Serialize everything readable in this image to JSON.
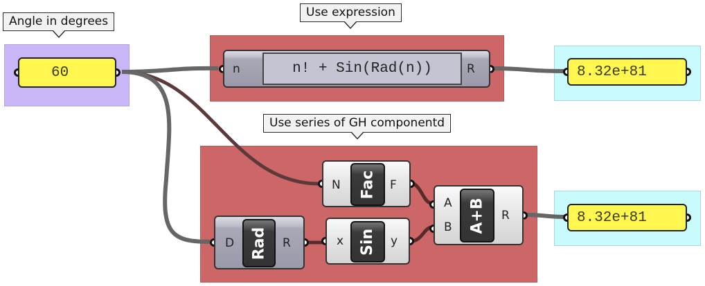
{
  "colors": {
    "group_red": "#cd6767",
    "group_purple": "#c9b6f7",
    "group_cyan": "#c9fbfd",
    "panel_yellow": "#fff64f",
    "wire_grey": "#666666",
    "wire_dark_red": "#5a2a2a"
  },
  "groups": {
    "input": {
      "label": "Angle in degrees"
    },
    "expression": {
      "label": "Use expression"
    },
    "series": {
      "label": "Use series of GH componentd"
    }
  },
  "input_panel": {
    "value": "60"
  },
  "expression_component": {
    "input": "n",
    "expression": "n! + Sin(Rad(n))",
    "output": "R"
  },
  "output_panel_expression": {
    "value": "8.32e+81"
  },
  "output_panel_series": {
    "value": "8.32e+81"
  },
  "components": {
    "factorial": {
      "input": "N",
      "name": "Fac",
      "output": "F"
    },
    "radians": {
      "input": "D",
      "name": "Rad",
      "output": "R"
    },
    "sine": {
      "input": "x",
      "name": "Sin",
      "output": "y"
    },
    "addition": {
      "input_a": "A",
      "input_b": "B",
      "name": "A+B",
      "output": "R"
    }
  }
}
